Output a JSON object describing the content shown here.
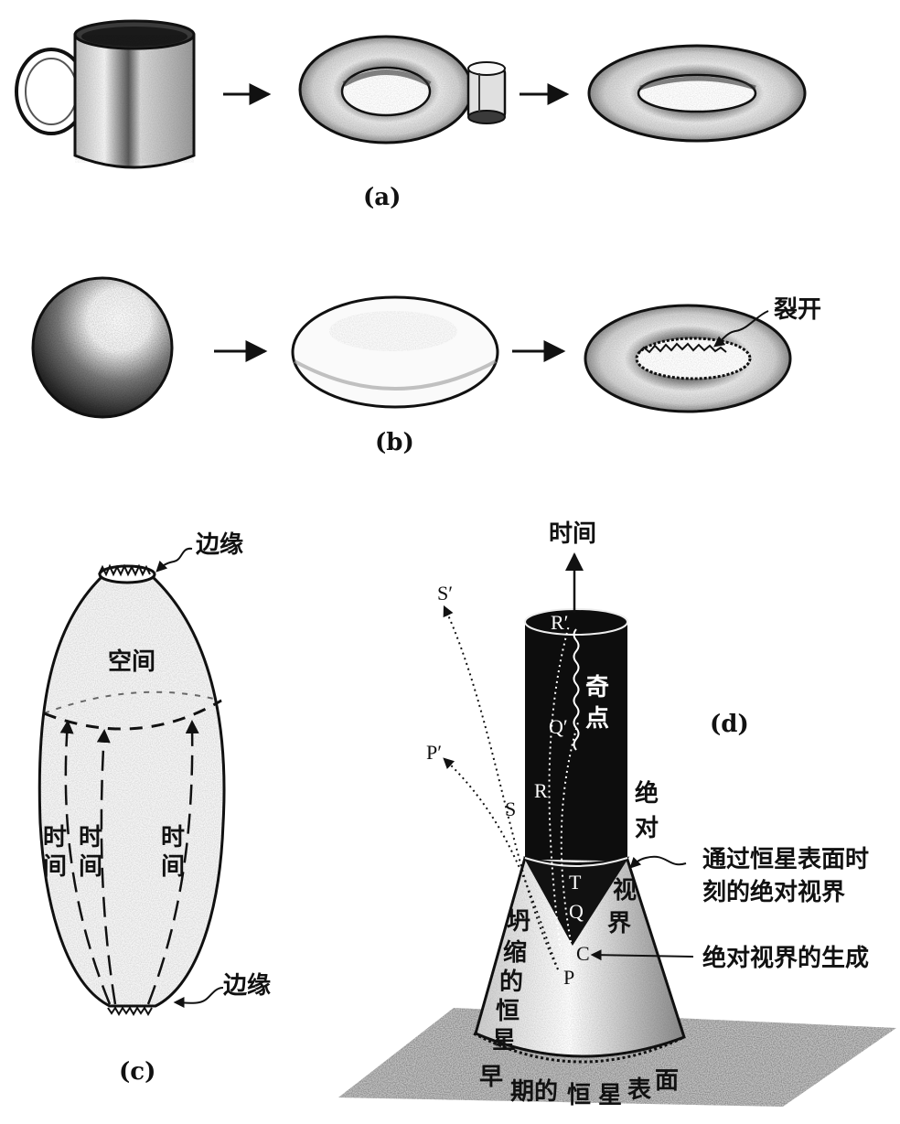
{
  "panel_a": {
    "caption": "(a)"
  },
  "panel_b": {
    "caption": "(b)",
    "tear_label": "裂开"
  },
  "panel_c": {
    "caption": "(c)",
    "edge_top": "边缘",
    "edge_bottom": "边缘",
    "space_label": "空间",
    "time_labels": [
      [
        "时",
        "间"
      ],
      [
        "时",
        "间"
      ],
      [
        "时",
        "间"
      ]
    ]
  },
  "panel_d": {
    "caption": "(d)",
    "time_axis": "时间",
    "singularity": [
      "奇",
      "点"
    ],
    "absolute": [
      "绝",
      "对"
    ],
    "horizon": [
      "视",
      "界"
    ],
    "collapsing_star": [
      "坍",
      "缩",
      "的",
      "恒",
      "星"
    ],
    "early_surface": [
      "早",
      "期的",
      "恒",
      "星",
      "表",
      "面"
    ],
    "annotation_1": [
      "通过恒星表面时",
      "刻的绝对视界"
    ],
    "annotation_2": "绝对视界的生成",
    "points": {
      "S_prime": "S′",
      "P_prime": "P′",
      "R_prime": "R′",
      "Q_prime": "Q′",
      "S": "S",
      "R": "R",
      "T": "T",
      "Q": "Q",
      "C": "C",
      "P": "P"
    }
  },
  "colors": {
    "ink": "#111111",
    "paper": "#ffffff",
    "stipple": "#555555"
  }
}
